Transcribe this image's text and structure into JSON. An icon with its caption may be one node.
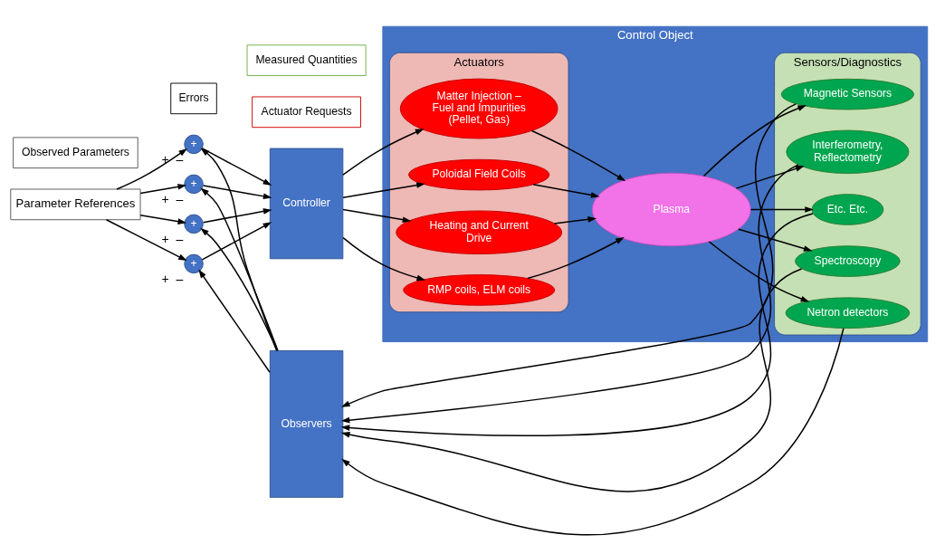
{
  "diagram": {
    "nodes": [
      {
        "text": [
          "Parameter References"
        ]
      },
      {
        "text": [
          "+"
        ],
        "beside": [
          "+",
          "–"
        ]
      },
      {
        "text": [
          "+"
        ],
        "beside": [
          "+",
          "–"
        ]
      },
      {
        "text": [
          "+"
        ],
        "beside": [
          "+",
          "–"
        ]
      },
      {
        "text": [
          "+"
        ],
        "beside": [
          "+",
          "–"
        ]
      },
      {
        "text": [
          "Errors"
        ]
      },
      {
        "text": [
          "Controller"
        ]
      },
      {
        "text": [
          "Actuator Requests"
        ]
      },
      {
        "text": [
          "Control Object"
        ]
      },
      {
        "text": [
          "Actuators"
        ],
        "in": 8
      },
      {
        "text": [
          "Matter Injection – Fuel and Impurities (Pellet, Gas)"
        ],
        "in": 9
      },
      {
        "text": [
          "Poloidal Field Coils"
        ],
        "in": 9
      },
      {
        "text": [
          "Heating and Current Drive"
        ],
        "in": 9
      },
      {
        "text": [
          "RMP coils, ELM coils"
        ],
        "in": 9
      },
      {
        "text": [
          "Plasma"
        ],
        "in": 8
      },
      {
        "text": [
          "Observed Parameters"
        ]
      },
      {
        "text": [
          "Measured Quantities"
        ]
      },
      {
        "text": [
          "Observers"
        ]
      },
      {
        "text": [
          "Sensors/Diagnostics"
        ],
        "in": 8
      },
      {
        "text": [
          "Spectroscopy"
        ],
        "in": 18
      },
      {
        "text": [
          "Netron detectors"
        ],
        "in": 18
      },
      {
        "text": [
          "Magnetic Sensors"
        ],
        "in": 18
      },
      {
        "text": [
          "Interferometry, Reflectometry"
        ],
        "in": 18
      },
      {
        "text": [
          "Etc. Etc."
        ],
        "in": 18
      }
    ],
    "edges": [
      {
        "from": 0,
        "to": 1,
        "arrow": "to"
      },
      {
        "from": 0,
        "to": 2,
        "arrow": "to"
      },
      {
        "from": 0,
        "to": 3,
        "arrow": "to"
      },
      {
        "from": 0,
        "to": 4,
        "arrow": "to"
      },
      {
        "from": 1,
        "to": 6,
        "arrow": "to"
      },
      {
        "from": 2,
        "to": 6,
        "arrow": "to"
      },
      {
        "from": 3,
        "to": 6,
        "arrow": "to"
      },
      {
        "from": 4,
        "to": 6,
        "arrow": "to"
      },
      {
        "from": 6,
        "to": 10,
        "arrow": "to"
      },
      {
        "from": 6,
        "to": 11,
        "arrow": "to"
      },
      {
        "from": 6,
        "to": 12,
        "arrow": "to"
      },
      {
        "from": 6,
        "to": 13,
        "arrow": "to"
      },
      {
        "from": 13,
        "to": 14,
        "arrow": "to"
      },
      {
        "from": 12,
        "to": 14,
        "arrow": "to"
      },
      {
        "from": 11,
        "to": 14,
        "arrow": "to"
      },
      {
        "from": 10,
        "to": 14,
        "arrow": "to"
      },
      {
        "from": 14,
        "to": 19,
        "arrow": "to"
      },
      {
        "from": 14,
        "to": 20,
        "arrow": "to"
      },
      {
        "from": 14,
        "to": 21,
        "arrow": "to"
      },
      {
        "from": 14,
        "to": 22,
        "arrow": "to"
      },
      {
        "from": 14,
        "to": 23,
        "arrow": "to"
      },
      {
        "from": 19,
        "to": 17,
        "arrow": "to"
      },
      {
        "from": 20,
        "to": 17,
        "arrow": "to"
      },
      {
        "from": 21,
        "to": 17,
        "arrow": "to"
      },
      {
        "from": 22,
        "to": 17,
        "arrow": "to"
      },
      {
        "from": 23,
        "to": 17,
        "arrow": "to"
      },
      {
        "from": 17,
        "to": 1,
        "arrow": "to"
      },
      {
        "from": 17,
        "to": 2,
        "arrow": "to"
      },
      {
        "from": 17,
        "to": 3,
        "arrow": "to"
      },
      {
        "from": 17,
        "to": 4,
        "arrow": "to"
      }
    ]
  }
}
